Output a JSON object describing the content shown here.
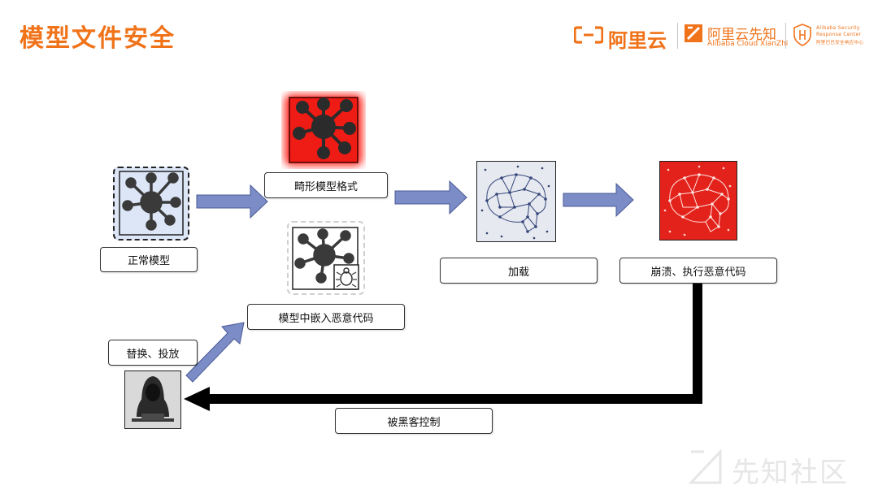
{
  "title": "模型文件安全",
  "logos": {
    "aliyun_text": "阿里云",
    "xianzhi_text": "阿里云先知",
    "xianzhi_sub": "Alibaba Cloud XianZhi",
    "asrc_line1": "Alibaba Security",
    "asrc_line2": "Response Center",
    "asrc_line3": "阿里巴巴安全响应中心"
  },
  "nodes": {
    "normal_model": "正常模型",
    "malformed_format": "畸形模型格式",
    "embed_malicious": "模型中嵌入恶意代码",
    "load": "加载",
    "crash_execute": "崩溃、执行恶意代码",
    "replace_deliver": "替换、投放",
    "hacker_control": "被黑客控制"
  },
  "watermark": "先知社区",
  "colors": {
    "accent": "#f0731a",
    "arrow_fill": "#7b8cc7",
    "danger": "#e3231b",
    "normal_tile": "#dce6f7"
  },
  "icons": {
    "network": "network-icon",
    "bug": "bug-icon",
    "brain": "brain-icon",
    "hacker": "hacker-icon"
  }
}
